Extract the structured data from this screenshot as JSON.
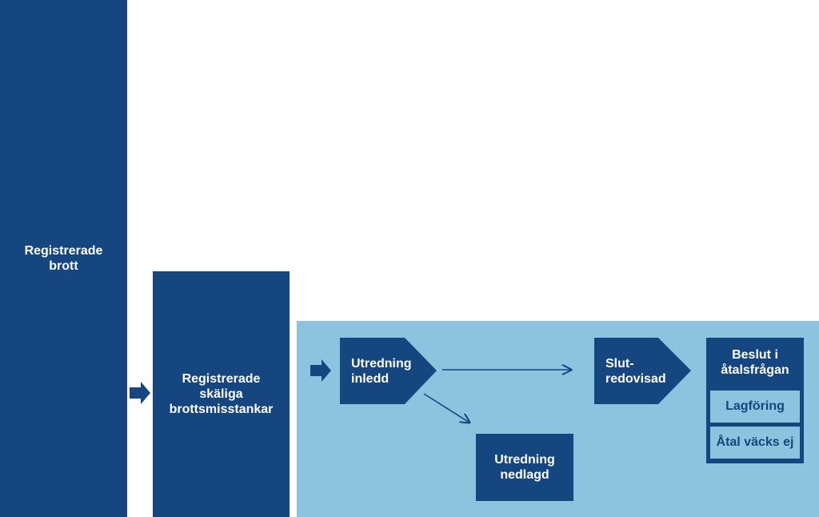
{
  "diagram": {
    "registered_crimes": "Registrerade\nbrott",
    "registered_suspicions": "Registrerade\nskäliga\nbrottsmisstankar",
    "investigation_started": "Utredning\ninledd",
    "investigation_closed": "Utredning\nnedlagd",
    "final_report": "Slut-\nredovisad",
    "prosecution_decision": {
      "title": "Beslut i\nåtalsfrågan",
      "options": [
        "Lagföring",
        "Åtal väcks ej"
      ]
    }
  },
  "colors": {
    "dark_blue": "#15467f",
    "light_blue": "#8cc3de",
    "background": "#ffffff"
  }
}
